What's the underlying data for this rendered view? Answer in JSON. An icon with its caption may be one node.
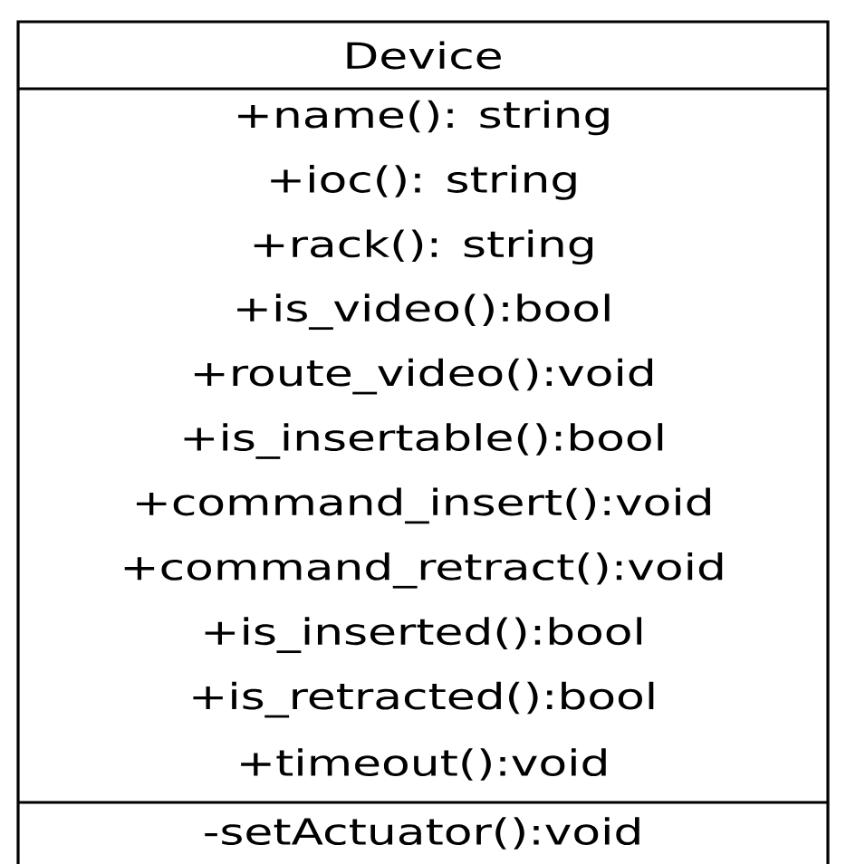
{
  "diagram": {
    "nodes": [
      {
        "text": [
          "Device",
          "+name(): string",
          "+ioc(): string",
          "+rack(): string",
          "+is_video():bool",
          "+route_video():void",
          "+is_insertable():bool",
          "+command_insert():void",
          "+command_retract():void",
          "+is_inserted():bool",
          "+is_retracted():bool",
          "+timeout():void",
          "-setActuator():void"
        ]
      }
    ]
  }
}
